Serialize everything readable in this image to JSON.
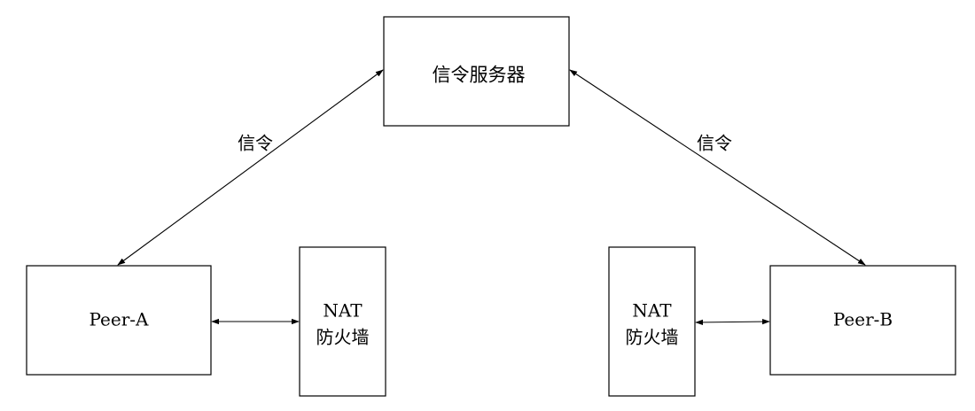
{
  "nodes": {
    "server": {
      "label": "信令服务器"
    },
    "peer_a": {
      "label": "Peer-A"
    },
    "peer_b": {
      "label": "Peer-B"
    },
    "nat_a": {
      "line1": "NAT",
      "line2": "防火墙"
    },
    "nat_b": {
      "line1": "NAT",
      "line2": "防火墙"
    }
  },
  "edges": {
    "server_peer_a": {
      "label": "信令"
    },
    "server_peer_b": {
      "label": "信令"
    }
  },
  "colors": {
    "stroke": "#000000",
    "background": "#ffffff"
  }
}
